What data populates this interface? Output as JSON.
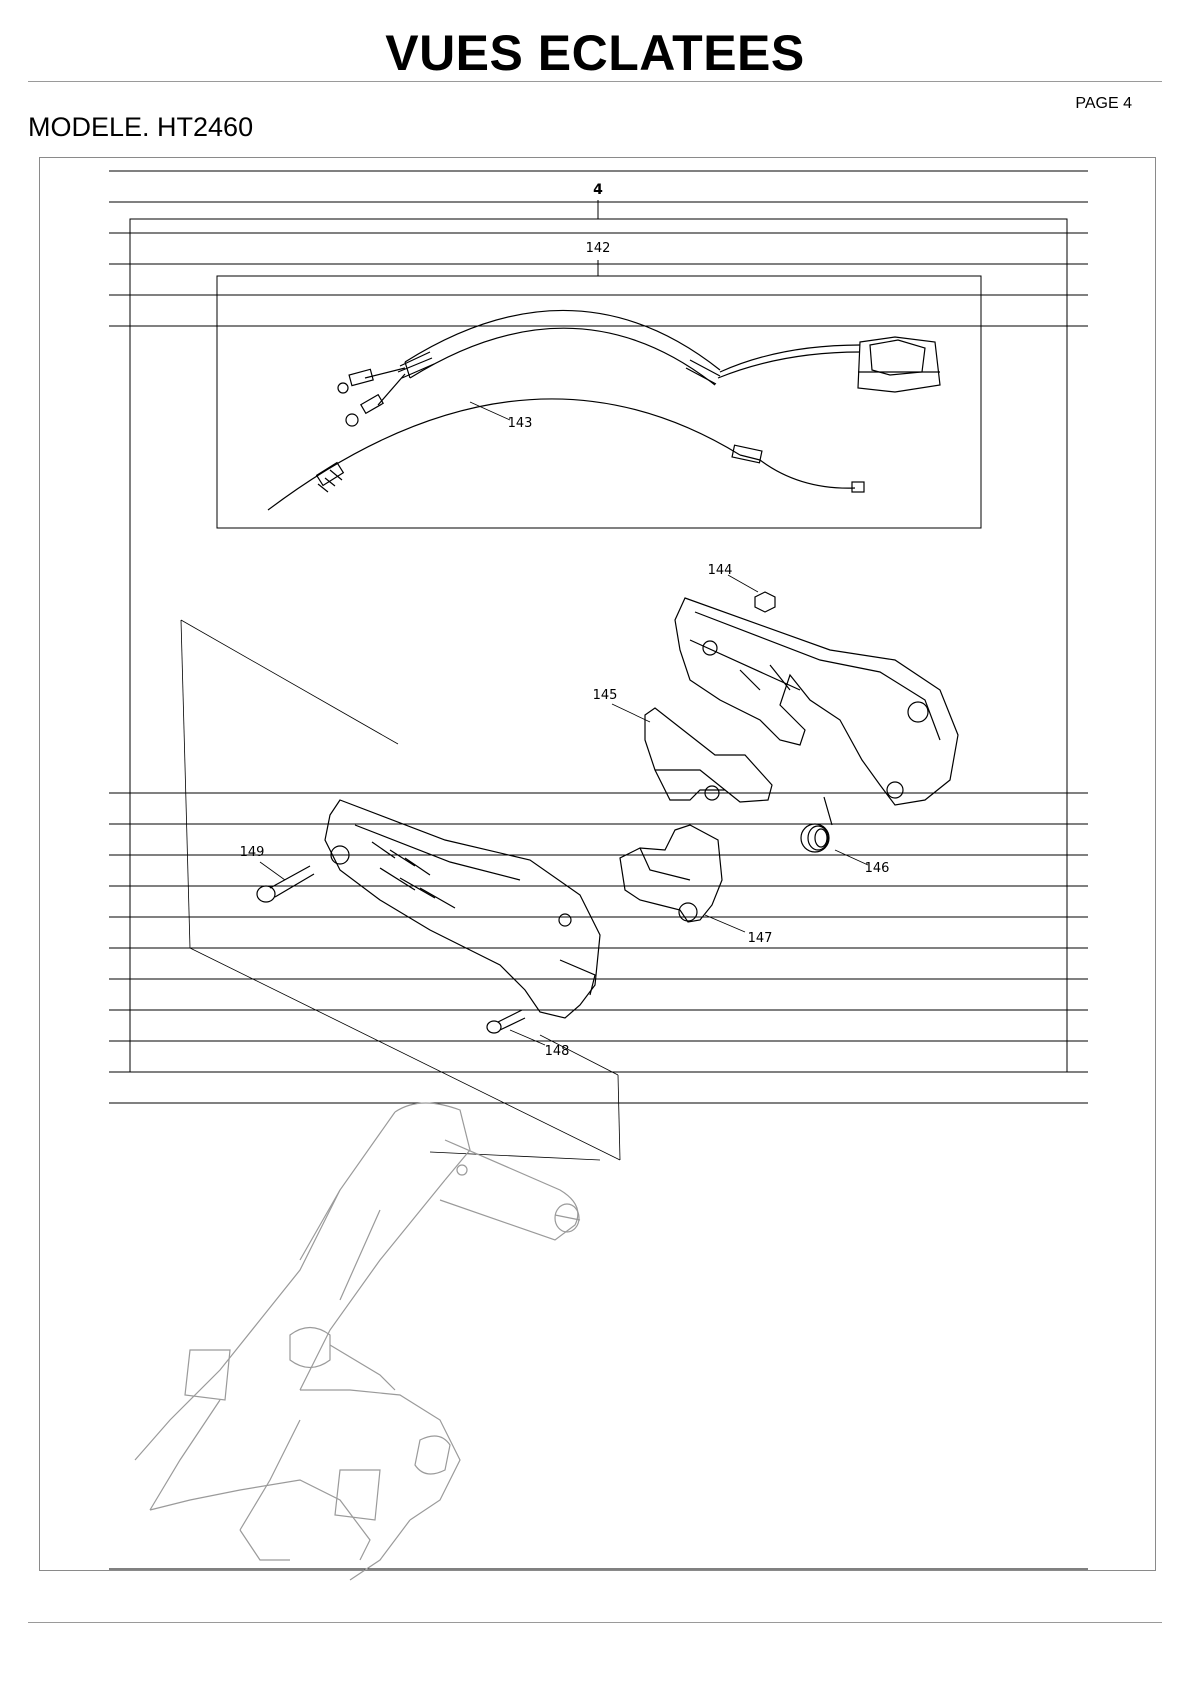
{
  "header": {
    "title": "VUES ECLATEES",
    "page": "PAGE 4",
    "model": "MODELE. HT2460"
  },
  "diagram": {
    "assembly_label": "4",
    "callouts": {
      "c142": "142",
      "c143": "143",
      "c144": "144",
      "c145": "145",
      "c146": "146",
      "c147": "147",
      "c148": "148",
      "c149": "149"
    }
  }
}
